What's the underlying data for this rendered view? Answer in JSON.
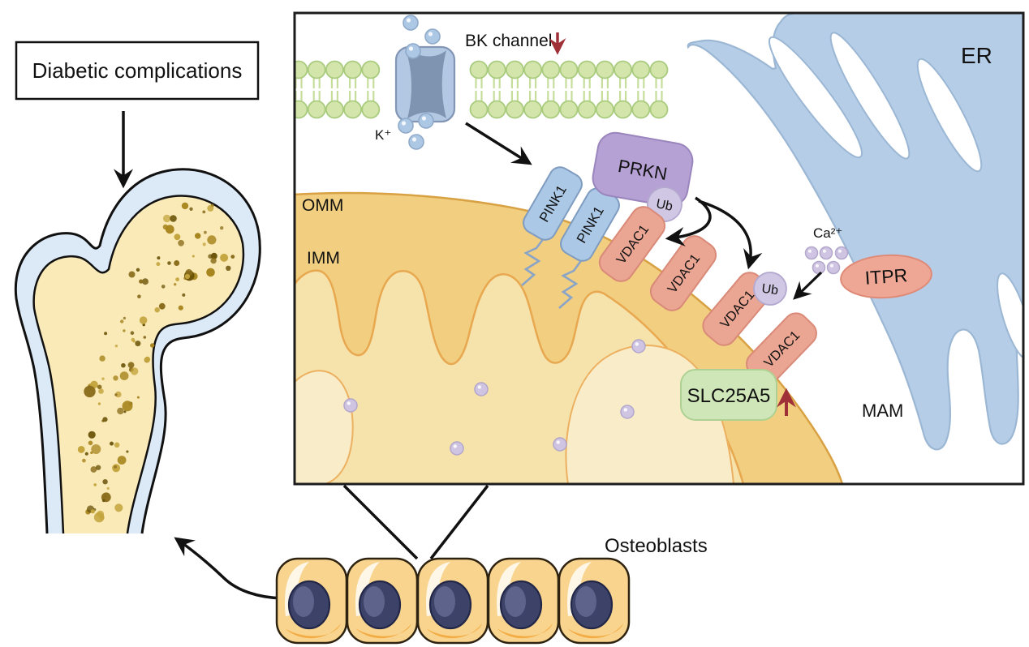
{
  "title_box": {
    "label": "Diabetic complications"
  },
  "panel": {
    "bk_channel": "BK channel",
    "k_ion": "K⁺",
    "er": "ER",
    "omm": "OMM",
    "imm": "IMM",
    "mam": "MAM",
    "prkn": "PRKN",
    "ub": "Ub",
    "pink1": "PINK1",
    "vdac1": "VDAC1",
    "ca": "Ca²⁺",
    "itpr": "ITPR",
    "slc25a5": "SLC25A5"
  },
  "bottom": {
    "osteoblasts": "Osteoblasts"
  },
  "colors": {
    "membrane_green": "#d4e5ab",
    "membrane_stroke": "#a9cb7e",
    "channel_blue": "#b3c8e2",
    "channel_dark": "#7e94b1",
    "mito_outer": "#f1ce80",
    "mito_outer_stroke": "#d8a244",
    "mito_inner": "#f6e3ac",
    "mito_imm_stroke": "#e8a850",
    "mito_lobe": "#f9edc9",
    "er_blue": "#b5cde7",
    "er_stroke": "#9bb7d4",
    "prkn_purple": "#b6a1d4",
    "pink1_blue": "#abc9e7",
    "vdac_salmon": "#eba593",
    "ub_lavender": "#cfc7e3",
    "slc_green": "#cfe7b8",
    "itpr_salmon": "#efa795",
    "granule_lavender": "#cfc5e2",
    "ion_blue": "#adc8e5",
    "arrow_red": "#a03038",
    "bone_blue": "#dce9f6",
    "bone_marrow": "#faeab8",
    "cell_body": "#f8d48e",
    "cell_shade": "#f2a63b",
    "nucleus_navy": "#3d4269"
  }
}
